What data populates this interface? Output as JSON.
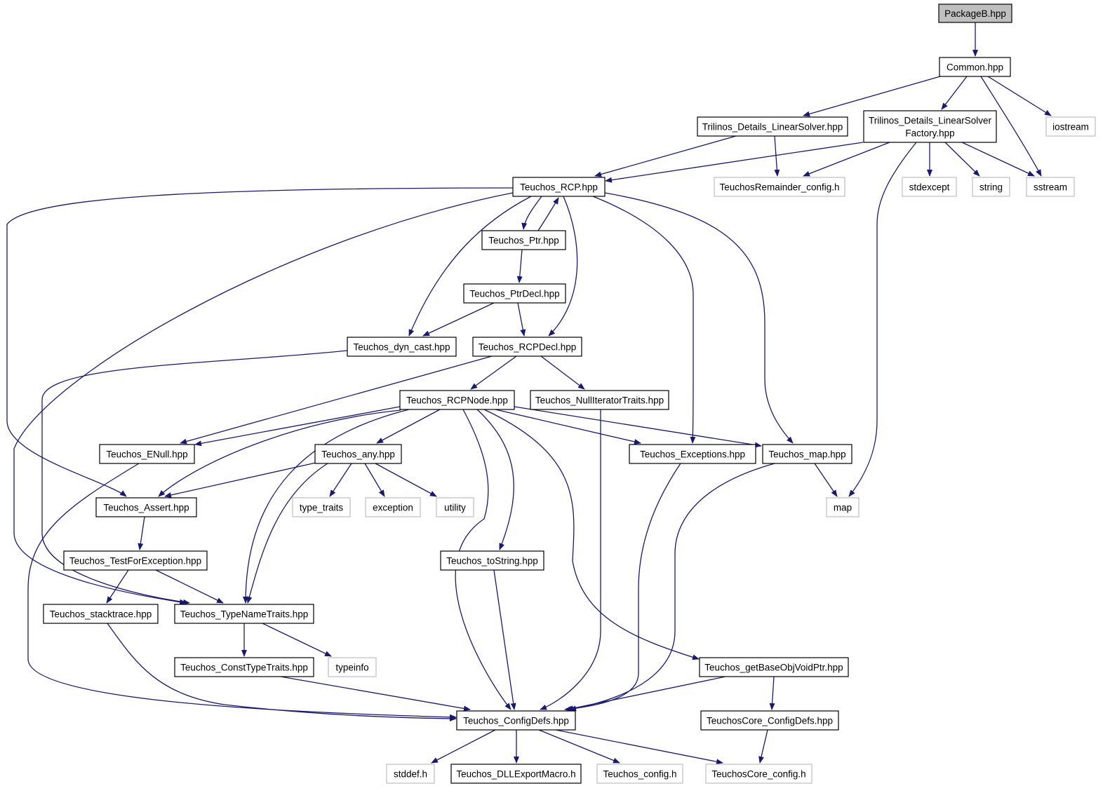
{
  "graph": {
    "colors": {
      "edge": "#191970",
      "root_fill": "#bfbfbf",
      "node_fill": "#ffffff",
      "node_border": "#000000",
      "external_border": "#bfbfbf",
      "external_text": "#404040"
    },
    "nodes": {
      "packageb": {
        "label": "PackageB.hpp",
        "kind": "root"
      },
      "common": {
        "label": "Common.hpp",
        "kind": "file"
      },
      "linearsolver": {
        "label": "Trilinos_Details_LinearSolver.hpp",
        "kind": "file"
      },
      "linearsolverfactory": {
        "label": [
          "Trilinos_Details_LinearSolver",
          "Factory.hpp"
        ],
        "kind": "file"
      },
      "iostream": {
        "label": "iostream",
        "kind": "external"
      },
      "rcp": {
        "label": "Teuchos_RCP.hpp",
        "kind": "file"
      },
      "remainder_config": {
        "label": "TeuchosRemainder_config.h",
        "kind": "external"
      },
      "stdexcept": {
        "label": "stdexcept",
        "kind": "external"
      },
      "string": {
        "label": "string",
        "kind": "external"
      },
      "sstream": {
        "label": "sstream",
        "kind": "external"
      },
      "ptr": {
        "label": "Teuchos_Ptr.hpp",
        "kind": "file"
      },
      "ptrdecl": {
        "label": "Teuchos_PtrDecl.hpp",
        "kind": "file"
      },
      "dyncast": {
        "label": "Teuchos_dyn_cast.hpp",
        "kind": "file"
      },
      "rcpdecl": {
        "label": "Teuchos_RCPDecl.hpp",
        "kind": "file"
      },
      "rcpnode": {
        "label": "Teuchos_RCPNode.hpp",
        "kind": "file"
      },
      "nulliterator": {
        "label": "Teuchos_NullIteratorTraits.hpp",
        "kind": "file"
      },
      "enull": {
        "label": "Teuchos_ENull.hpp",
        "kind": "file"
      },
      "any": {
        "label": "Teuchos_any.hpp",
        "kind": "file"
      },
      "exceptions": {
        "label": "Teuchos_Exceptions.hpp",
        "kind": "file"
      },
      "tmap": {
        "label": "Teuchos_map.hpp",
        "kind": "file"
      },
      "assert": {
        "label": "Teuchos_Assert.hpp",
        "kind": "file"
      },
      "type_traits": {
        "label": "type_traits",
        "kind": "external"
      },
      "exception": {
        "label": "exception",
        "kind": "external"
      },
      "utility": {
        "label": "utility",
        "kind": "external"
      },
      "map": {
        "label": "map",
        "kind": "external"
      },
      "testforexception": {
        "label": "Teuchos_TestForException.hpp",
        "kind": "file"
      },
      "tostring": {
        "label": "Teuchos_toString.hpp",
        "kind": "file"
      },
      "stacktrace": {
        "label": "Teuchos_stacktrace.hpp",
        "kind": "file"
      },
      "typenametraits": {
        "label": "Teuchos_TypeNameTraits.hpp",
        "kind": "file"
      },
      "consttypetraits": {
        "label": "Teuchos_ConstTypeTraits.hpp",
        "kind": "file"
      },
      "typeinfo": {
        "label": "typeinfo",
        "kind": "external"
      },
      "getbaseobj": {
        "label": "Teuchos_getBaseObjVoidPtr.hpp",
        "kind": "file"
      },
      "configdefs": {
        "label": "Teuchos_ConfigDefs.hpp",
        "kind": "file"
      },
      "coreconfigdefs": {
        "label": "TeuchosCore_ConfigDefs.hpp",
        "kind": "file"
      },
      "stddef": {
        "label": "stddef.h",
        "kind": "external"
      },
      "dllexport": {
        "label": "Teuchos_DLLExportMacro.h",
        "kind": "file"
      },
      "teuchos_config": {
        "label": "Teuchos_config.h",
        "kind": "external"
      },
      "core_config": {
        "label": "TeuchosCore_config.h",
        "kind": "external"
      }
    },
    "edges": [
      {
        "from": "packageb",
        "to": "common"
      },
      {
        "from": "common",
        "to": "linearsolver"
      },
      {
        "from": "common",
        "to": "linearsolverfactory"
      },
      {
        "from": "common",
        "to": "iostream"
      },
      {
        "from": "common",
        "to": "sstream"
      },
      {
        "from": "linearsolver",
        "to": "rcp"
      },
      {
        "from": "linearsolver",
        "to": "remainder_config"
      },
      {
        "from": "linearsolverfactory",
        "to": "rcp"
      },
      {
        "from": "linearsolverfactory",
        "to": "remainder_config"
      },
      {
        "from": "linearsolverfactory",
        "to": "stdexcept"
      },
      {
        "from": "linearsolverfactory",
        "to": "string"
      },
      {
        "from": "linearsolverfactory",
        "to": "sstream"
      },
      {
        "from": "linearsolverfactory",
        "to": "map"
      },
      {
        "from": "rcp",
        "to": "ptr"
      },
      {
        "from": "rcp",
        "to": "dyncast"
      },
      {
        "from": "rcp",
        "to": "rcpdecl"
      },
      {
        "from": "rcp",
        "to": "exceptions"
      },
      {
        "from": "rcp",
        "to": "tmap"
      },
      {
        "from": "rcp",
        "to": "assert"
      },
      {
        "from": "rcp",
        "to": "typenametraits"
      },
      {
        "from": "ptr",
        "to": "rcp"
      },
      {
        "from": "ptr",
        "to": "ptrdecl"
      },
      {
        "from": "ptrdecl",
        "to": "dyncast"
      },
      {
        "from": "ptrdecl",
        "to": "rcpdecl"
      },
      {
        "from": "dyncast",
        "to": "typenametraits"
      },
      {
        "from": "rcpdecl",
        "to": "rcpnode"
      },
      {
        "from": "rcpdecl",
        "to": "nulliterator"
      },
      {
        "from": "rcpdecl",
        "to": "enull"
      },
      {
        "from": "rcpnode",
        "to": "enull"
      },
      {
        "from": "rcpnode",
        "to": "any"
      },
      {
        "from": "rcpnode",
        "to": "exceptions"
      },
      {
        "from": "rcpnode",
        "to": "tmap"
      },
      {
        "from": "rcpnode",
        "to": "assert"
      },
      {
        "from": "rcpnode",
        "to": "typenametraits"
      },
      {
        "from": "rcpnode",
        "to": "configdefs"
      },
      {
        "from": "rcpnode",
        "to": "tostring"
      },
      {
        "from": "rcpnode",
        "to": "getbaseobj"
      },
      {
        "from": "nulliterator",
        "to": "configdefs"
      },
      {
        "from": "enull",
        "to": "configdefs"
      },
      {
        "from": "any",
        "to": "assert"
      },
      {
        "from": "any",
        "to": "typenametraits"
      },
      {
        "from": "any",
        "to": "type_traits"
      },
      {
        "from": "any",
        "to": "exception"
      },
      {
        "from": "any",
        "to": "utility"
      },
      {
        "from": "exceptions",
        "to": "configdefs"
      },
      {
        "from": "tmap",
        "to": "map"
      },
      {
        "from": "tmap",
        "to": "configdefs"
      },
      {
        "from": "assert",
        "to": "testforexception"
      },
      {
        "from": "testforexception",
        "to": "stacktrace"
      },
      {
        "from": "testforexception",
        "to": "typenametraits"
      },
      {
        "from": "tostring",
        "to": "configdefs"
      },
      {
        "from": "stacktrace",
        "to": "configdefs"
      },
      {
        "from": "typenametraits",
        "to": "consttypetraits"
      },
      {
        "from": "typenametraits",
        "to": "typeinfo"
      },
      {
        "from": "consttypetraits",
        "to": "configdefs"
      },
      {
        "from": "getbaseobj",
        "to": "configdefs"
      },
      {
        "from": "getbaseobj",
        "to": "coreconfigdefs"
      },
      {
        "from": "coreconfigdefs",
        "to": "core_config"
      },
      {
        "from": "configdefs",
        "to": "stddef"
      },
      {
        "from": "configdefs",
        "to": "dllexport"
      },
      {
        "from": "configdefs",
        "to": "teuchos_config"
      },
      {
        "from": "configdefs",
        "to": "core_config"
      }
    ]
  }
}
